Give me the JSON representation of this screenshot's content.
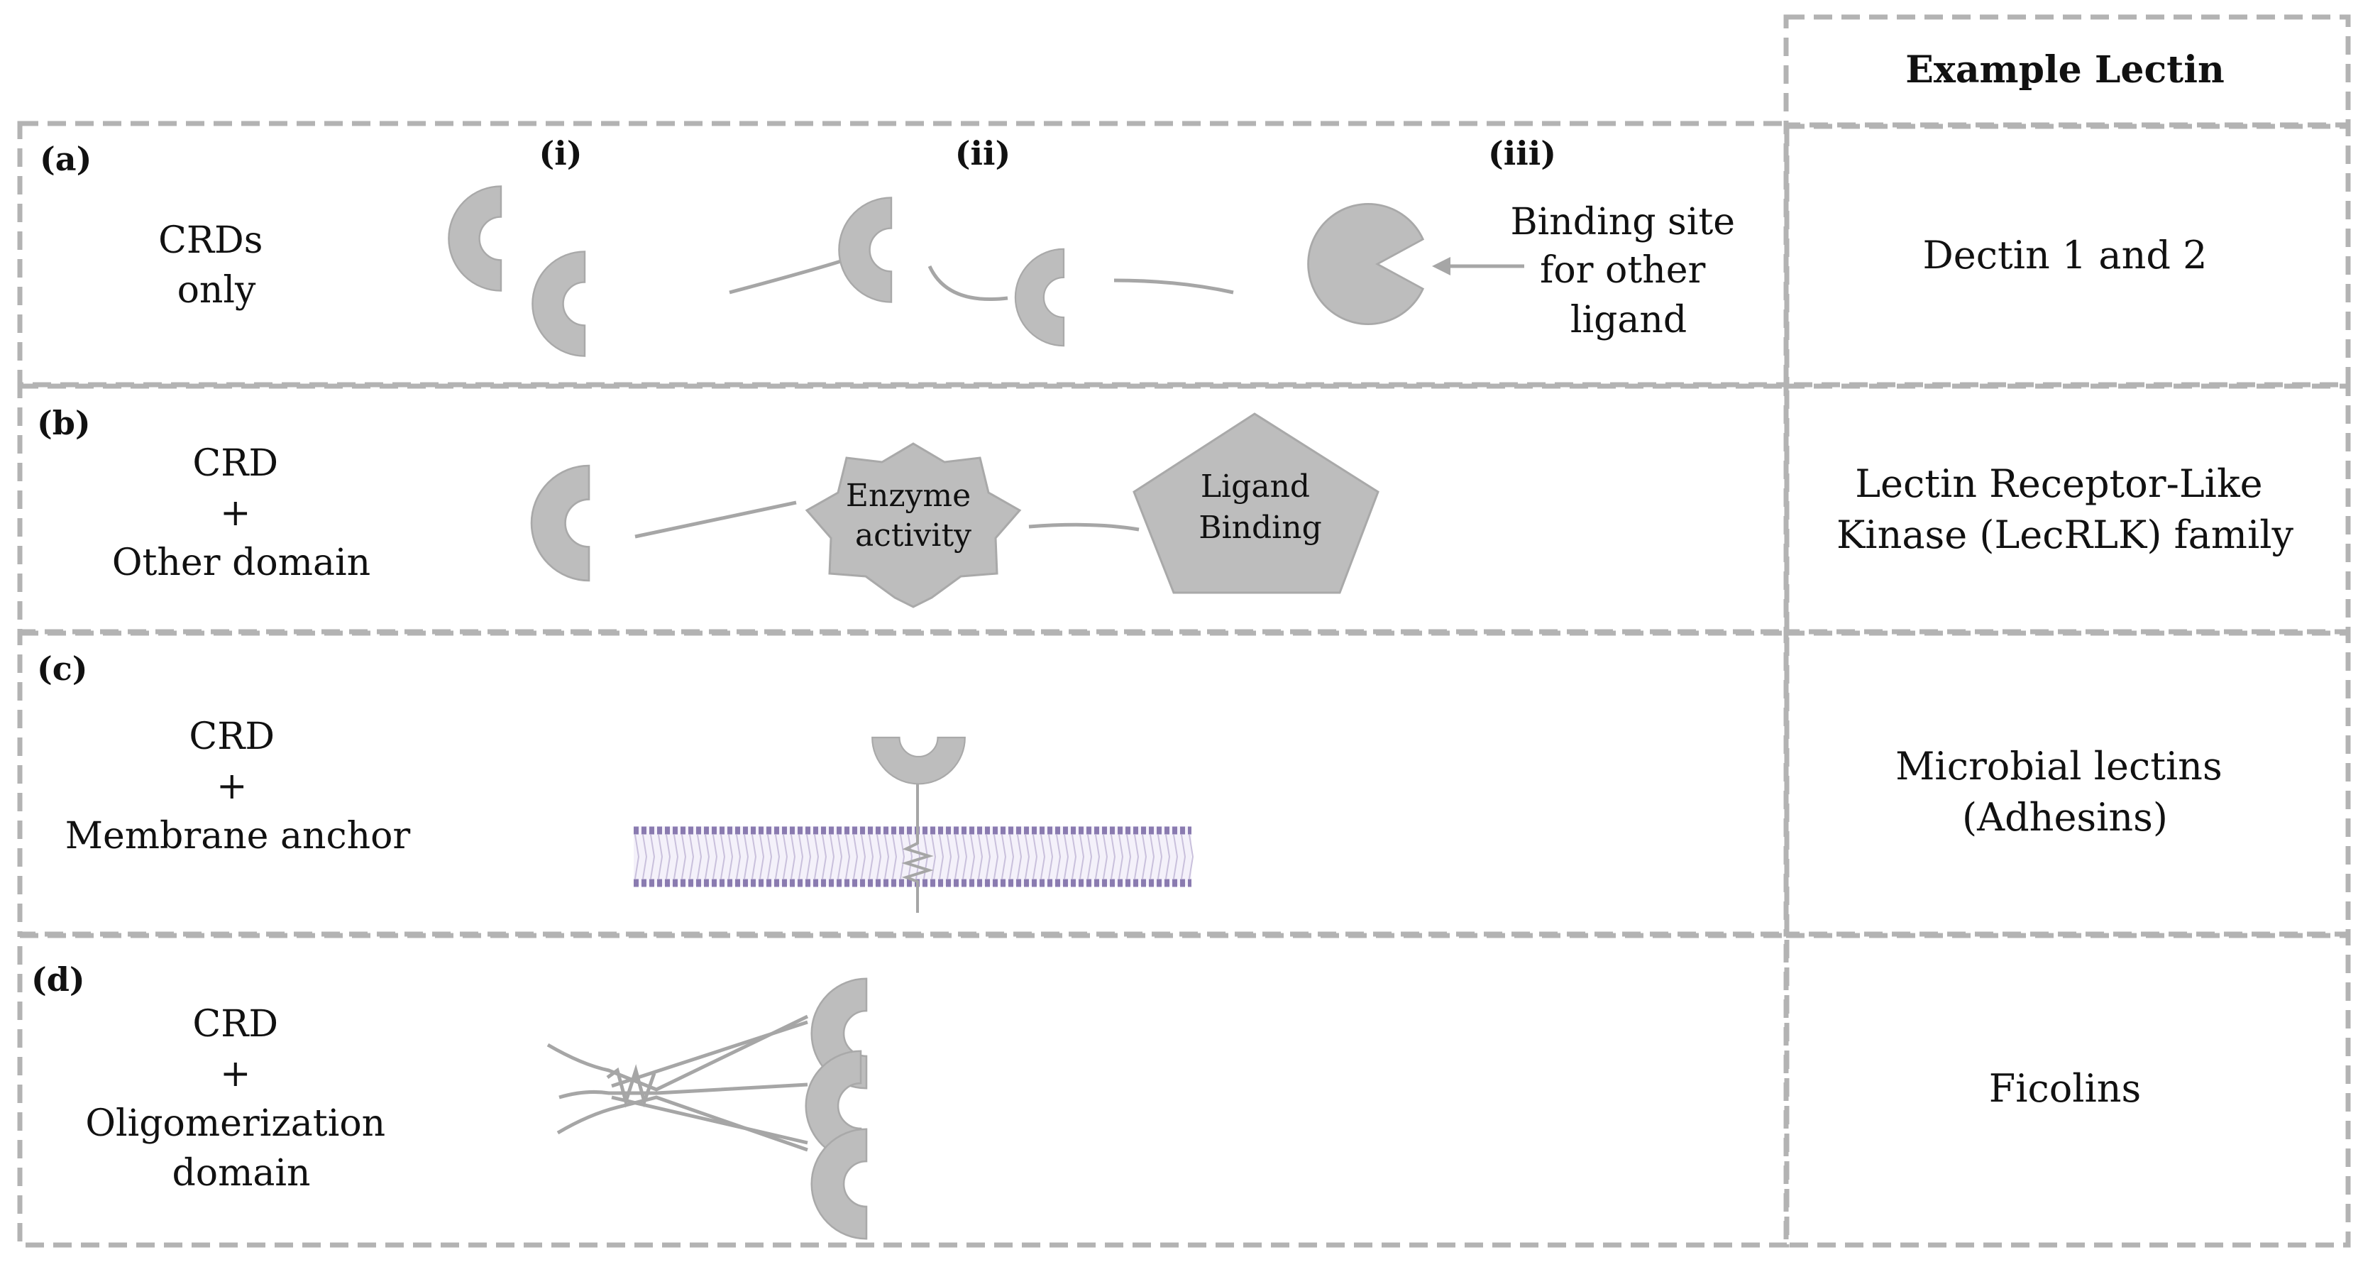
{
  "header": {
    "example_title": "Example Lectin"
  },
  "rows": [
    {
      "label": "(a)",
      "description_lines": [
        "CRDs",
        "only"
      ],
      "example_lines": [
        "Dectin 1 and 2"
      ],
      "sublabels": [
        "(i)",
        "(ii)",
        "(iii)"
      ],
      "annotation_lines": [
        "Binding site",
        "for other",
        "ligand"
      ]
    },
    {
      "label": "(b)",
      "description_lines": [
        "CRD",
        "+",
        "Other domain"
      ],
      "example_lines": [
        "Lectin Receptor-Like",
        "Kinase (LecRLK) family"
      ],
      "enzyme_lines": [
        "Enzyme",
        "activity"
      ],
      "ligand_lines": [
        "Ligand",
        "Binding"
      ]
    },
    {
      "label": "(c)",
      "description_lines": [
        "CRD",
        "+",
        "Membrane anchor"
      ],
      "example_lines": [
        "Microbial lectins",
        "(Adhesins)"
      ]
    },
    {
      "label": "(d)",
      "description_lines": [
        "CRD",
        "+",
        "Oligomerization",
        "domain"
      ],
      "example_lines": [
        "Ficolins"
      ]
    }
  ],
  "colors": {
    "border": "#b3b3b3",
    "shape_fill": "#bdbdbd",
    "shape_stroke": "#a6a6a6",
    "link": "#a6a6a6",
    "membrane": "#8a7bb0",
    "membrane_tail": "#c9c0dc"
  }
}
